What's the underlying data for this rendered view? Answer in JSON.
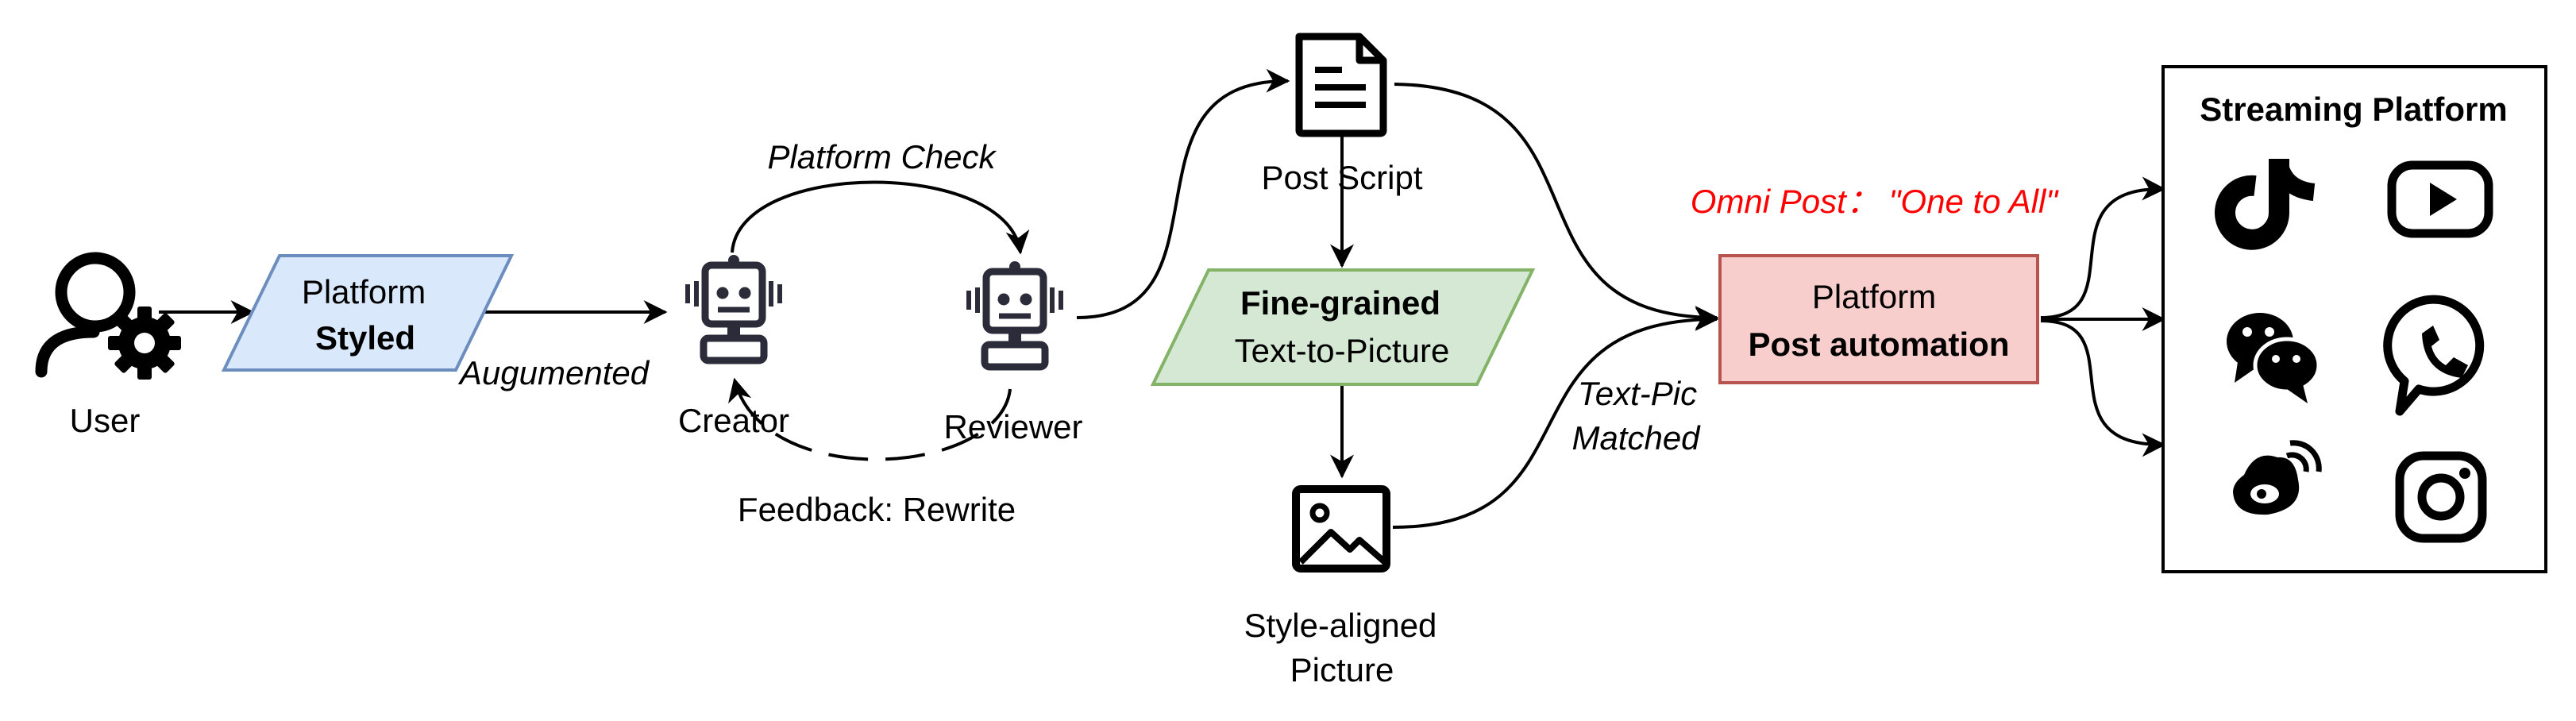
{
  "user": {
    "label": "User"
  },
  "styled_box": {
    "line1": "Platform",
    "line2": "Styled"
  },
  "edge_labels": {
    "augumented": "Augumented",
    "platform_check": "Platform Check",
    "feedback": "Feedback: Rewrite",
    "text_pic_1": "Text-Pic",
    "text_pic_2": "Matched"
  },
  "agents": {
    "creator": "Creator",
    "reviewer": "Reviewer"
  },
  "post_script": {
    "label": "Post Script"
  },
  "text_to_picture": {
    "line1": "Fine-grained",
    "line2": "Text-to-Picture"
  },
  "picture": {
    "line1": "Style-aligned",
    "line2": "Picture"
  },
  "omni_post": {
    "label": "Omni Post： \"One to All\""
  },
  "automation": {
    "line1": "Platform",
    "line2": "Post automation"
  },
  "streaming": {
    "title": "Streaming Platform",
    "platforms": [
      "TikTok",
      "YouTube",
      "WeChat",
      "WhatsApp",
      "Weibo",
      "Instagram"
    ]
  },
  "colors": {
    "styled_fill": "#dae8fc",
    "styled_stroke": "#6c8ebf",
    "t2p_fill": "#d5e8d4",
    "t2p_stroke": "#82b366",
    "auto_fill": "#f8cecc",
    "auto_stroke": "#b85450",
    "robot": "#2b2b3a",
    "accent_red": "#ff0000"
  }
}
